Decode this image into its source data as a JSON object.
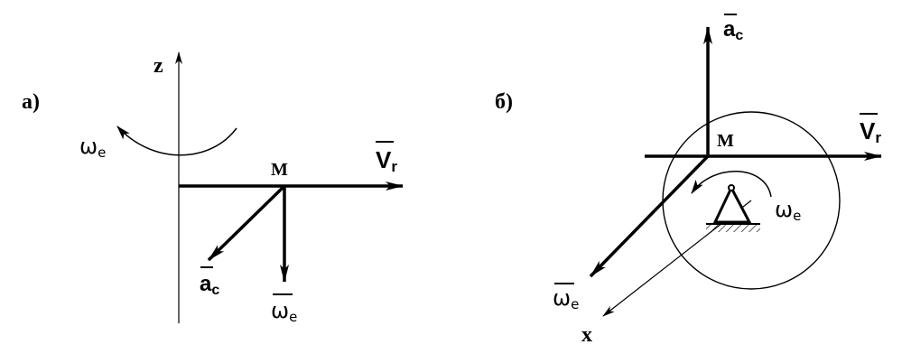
{
  "diagram": {
    "panel_a": {
      "panel_label": "а)",
      "axis_label": "z",
      "point_label": "M",
      "omega_label": "ω",
      "omega_sub": "e",
      "vr_label": "V",
      "vr_sub": "r",
      "ac_label": "a",
      "ac_sub": "c",
      "omega_vec_label": "ω",
      "omega_vec_sub": "e"
    },
    "panel_b": {
      "panel_label": "б)",
      "axis_label": "x",
      "point_label": "M",
      "omega_label": "ω",
      "omega_sub": "e",
      "vr_label": "V",
      "vr_sub": "r",
      "ac_label": "a",
      "ac_sub": "c",
      "omega_vec_label": "ω",
      "omega_vec_sub": "e"
    }
  },
  "colors": {
    "ink": "#000000",
    "background": "#ffffff"
  }
}
